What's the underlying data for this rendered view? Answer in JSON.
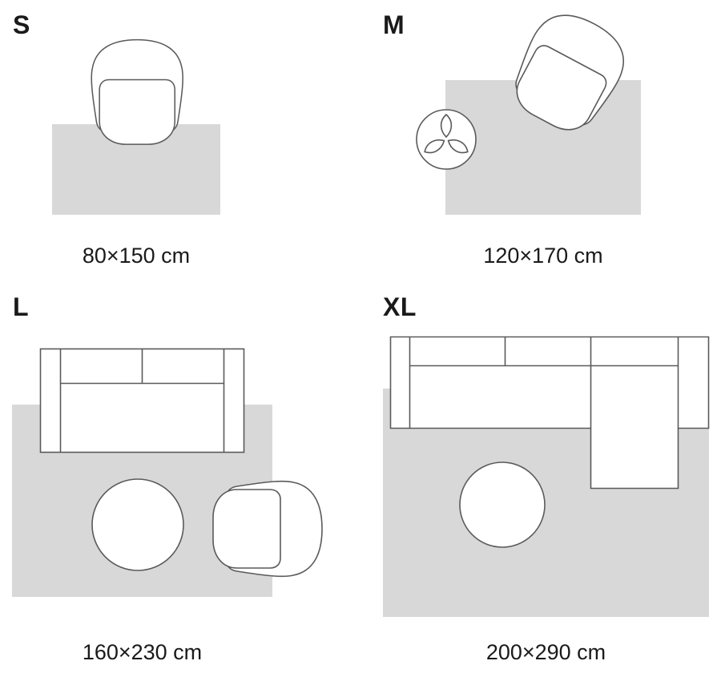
{
  "colors": {
    "background": "#ffffff",
    "rug_fill": "#d8d8d8",
    "outline": "#5a5a5a",
    "text": "#1a1a1a"
  },
  "sizes": [
    {
      "id": "s",
      "label": "S",
      "dimensions": "80×150 cm",
      "illustration": {
        "rug": "small rug",
        "furniture": [
          "armchair-icon"
        ]
      }
    },
    {
      "id": "m",
      "label": "M",
      "dimensions": "120×170 cm",
      "illustration": {
        "rug": "medium rug",
        "furniture": [
          "armchair-icon",
          "plant-icon"
        ]
      }
    },
    {
      "id": "l",
      "label": "L",
      "dimensions": "160×230 cm",
      "illustration": {
        "rug": "large rug",
        "furniture": [
          "sofa-icon",
          "coffee-table-icon",
          "armchair-icon"
        ]
      }
    },
    {
      "id": "xl",
      "label": "XL",
      "dimensions": "200×290 cm",
      "illustration": {
        "rug": "extra large rug",
        "furniture": [
          "sectional-sofa-icon",
          "coffee-table-icon"
        ]
      }
    }
  ]
}
